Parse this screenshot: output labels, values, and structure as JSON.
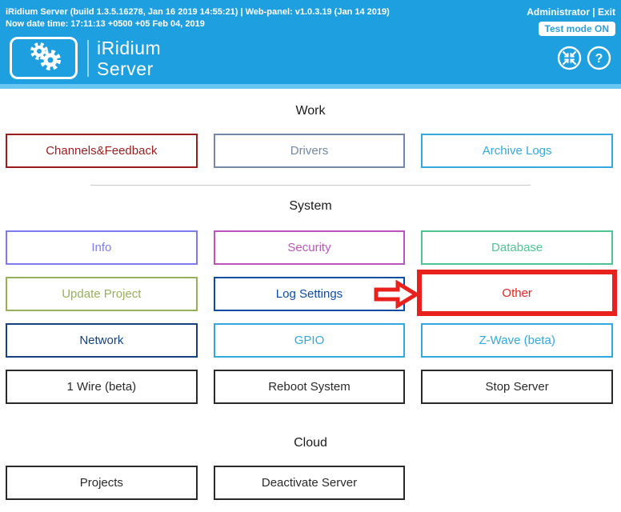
{
  "colors": {
    "header_bg": "#1E9FDF",
    "header_strip": "#67C6F2",
    "badge_text": "#2D9FD8",
    "highlight_red": "#E8211D"
  },
  "header": {
    "build_line": "iRidium Server (build 1.3.5.16278, Jan 16 2019 14:55:21) | Web-panel: v1.0.3.19 (Jan 14 2019)",
    "date_line": "Now date time: 17:11:13 +0500 +05 Feb 04, 2019",
    "user": "Administrator",
    "separator": "|",
    "exit_label": "Exit",
    "test_mode": "Test mode ON",
    "brand_line1": "iRidium",
    "brand_line2": "Server",
    "help_glyph": "?"
  },
  "icons": {
    "logo": "gears-icon",
    "collapse": "collapse-arrows-icon",
    "help": "help-icon"
  },
  "sections": {
    "work": {
      "title": "Work",
      "buttons": [
        {
          "label": "Channels&Feedback",
          "color": "#9B1C1C"
        },
        {
          "label": "Drivers",
          "color": "#7288A6"
        },
        {
          "label": "Archive Logs",
          "color": "#33A9E0"
        }
      ]
    },
    "system": {
      "title": "System",
      "rows": [
        [
          {
            "label": "Info",
            "color": "#7C7CEE"
          },
          {
            "label": "Security",
            "color": "#BE53BE"
          },
          {
            "label": "Database",
            "color": "#4FC492"
          }
        ],
        [
          {
            "label": "Update Project",
            "color": "#96B159"
          },
          {
            "label": "Log Settings",
            "color": "#0C4DA4"
          },
          {
            "label": "Other",
            "color": "#E8211D"
          }
        ],
        [
          {
            "label": "Network",
            "color": "#17407F"
          },
          {
            "label": "GPIO",
            "color": "#2FA9DF"
          },
          {
            "label": "Z-Wave (beta)",
            "color": "#2FA9DF"
          }
        ],
        [
          {
            "label": "1 Wire (beta)",
            "color": "#2A2A2A"
          },
          {
            "label": "Reboot System",
            "color": "#2A2A2A"
          },
          {
            "label": "Stop Server",
            "color": "#2A2A2A"
          }
        ]
      ]
    },
    "cloud": {
      "title": "Cloud",
      "buttons": [
        {
          "label": "Projects",
          "color": "#2A2A2A"
        },
        {
          "label": "Deactivate Server",
          "color": "#2A2A2A"
        }
      ]
    }
  },
  "annotation": {
    "arrow_color": "#E8211D"
  }
}
